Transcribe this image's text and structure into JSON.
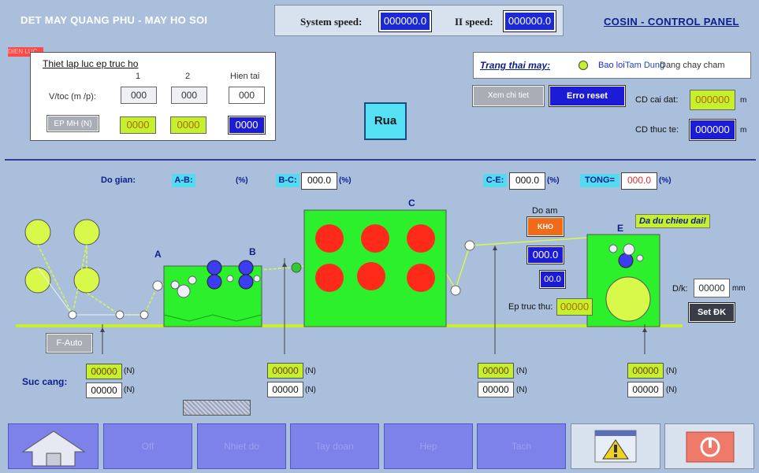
{
  "header": {
    "left_title": "DET MAY QUANG PHU - MAY HO SOI",
    "right_title": "COSIN - CONTROL PANEL",
    "system_speed_label": "System speed:",
    "system_speed_value": "000000.0",
    "ii_speed_label": "II speed:",
    "ii_speed_value": "000000.0",
    "red_tag": "DIEN LUC CUA"
  },
  "press_panel": {
    "title": "Thiet lap luc ep truc ho",
    "col1": "1",
    "col2": "2",
    "col_current": "Hien tai",
    "vtoc_label": "V/toc (m /p):",
    "vtoc_1": "000",
    "vtoc_2": "000",
    "vtoc_current": "000",
    "ep_mh_button": "EP MH (N)",
    "ep_1": "0000",
    "ep_2": "0000",
    "ep_current": "0000"
  },
  "rua_button": "Rua",
  "status": {
    "label": "Trang thai may:",
    "text_overlap_1": "Bao loi",
    "text_overlap_2": "Tam Dung",
    "text_overlap_3": "Dang chay cham",
    "indicator_color": "#c6ef2c"
  },
  "buttons": {
    "view_detail": "Xem chi tiet",
    "error_reset": "Erro reset",
    "f_auto": "F-Auto",
    "set_dk": "Set ĐK",
    "kho": "KHO"
  },
  "length": {
    "set_label": "CD cai dat:",
    "set_value": "000000",
    "set_unit": "m",
    "actual_label": "CD thuc te:",
    "actual_value": "000000",
    "actual_unit": "m"
  },
  "stretch": {
    "label": "Do gian:",
    "ab_label": "A-B:",
    "ab_unit": "(%)",
    "bc_label": "B-C:",
    "bc_value": "000.0",
    "bc_unit": "(%)",
    "ce_label": "C-E:",
    "ce_value": "000.0",
    "ce_unit": "(%)",
    "total_label": "TONG=",
    "total_value": "000.0",
    "total_unit": "(%)"
  },
  "machine": {
    "label_a": "A",
    "label_b": "B",
    "label_c": "C",
    "label_e": "E",
    "do_am_label": "Do am",
    "do_am_value": "000.0",
    "small_value": "00.0",
    "ep_truc_thu_label": "Ep truc thu:",
    "ep_truc_thu_value": "00000",
    "length_reached": "Da du chieu dai!",
    "dk_label": "D/k:",
    "dk_value": "00000",
    "dk_unit": "mm"
  },
  "tension": {
    "label": "Suc cang:",
    "unit": "(N)",
    "points": [
      {
        "set": "00000",
        "actual": "00000"
      },
      {
        "set": "00000",
        "actual": "00000"
      },
      {
        "set": "00000",
        "actual": "00000"
      },
      {
        "set": "00000",
        "actual": "00000"
      }
    ]
  },
  "nav": {
    "home": "home-icon",
    "b2": "Off",
    "b3": "Nhiet do",
    "b4": "Tay doan",
    "b5": "Hep",
    "b6": "Tach",
    "b7": "alarm-icon",
    "b8": "power-icon"
  }
}
